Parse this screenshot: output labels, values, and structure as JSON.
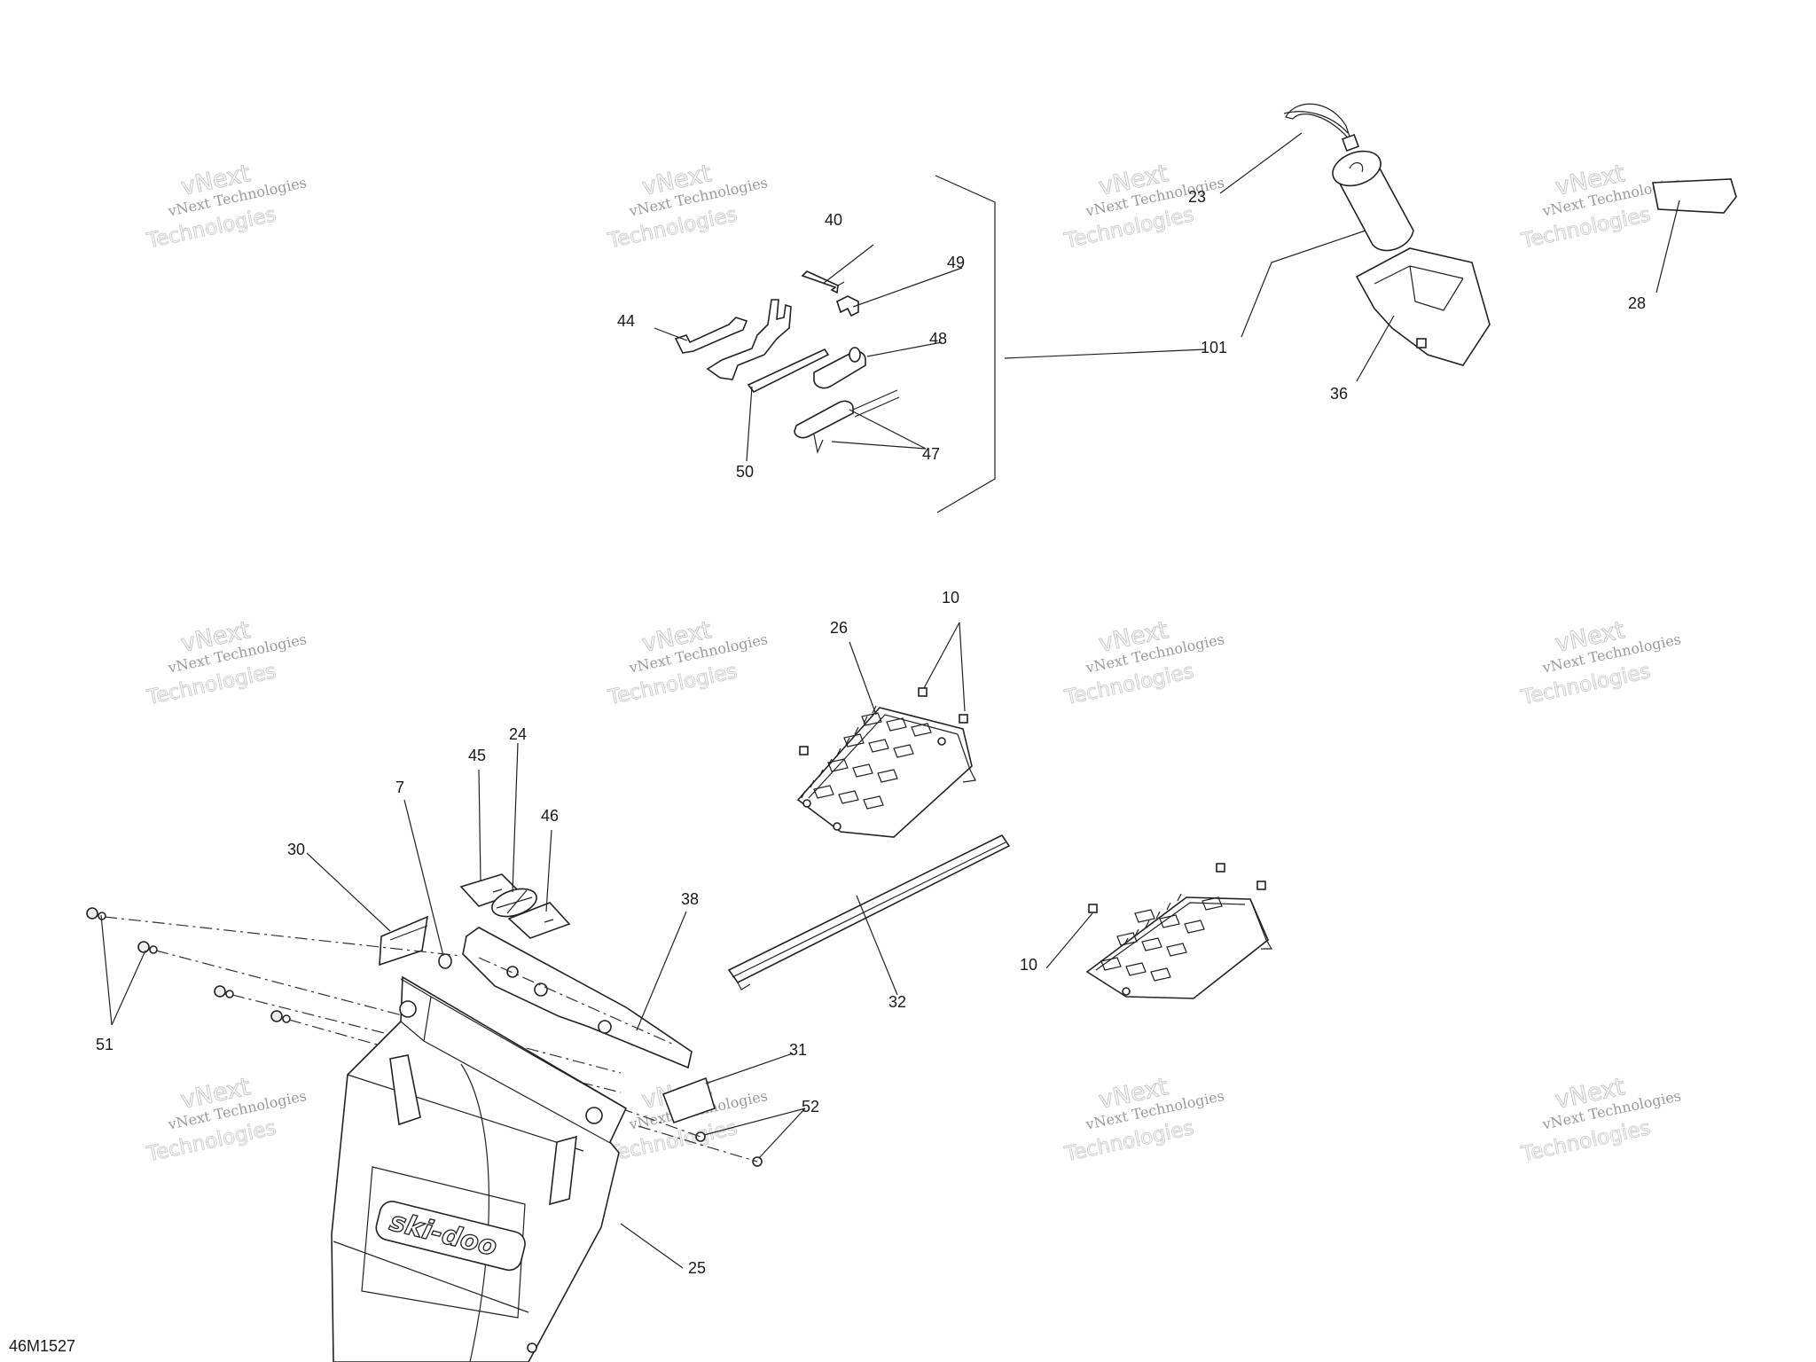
{
  "diagram_id": "46M1527",
  "watermark": {
    "line1": "vNext",
    "line2": "vNext Technologies",
    "line3": "Technologies"
  },
  "callouts": {
    "c40": "40",
    "c49": "49",
    "c44": "44",
    "c48": "48",
    "c50": "50",
    "c47": "47",
    "c23": "23",
    "c101": "101",
    "c36": "36",
    "c28": "28",
    "c10a": "10",
    "c26": "26",
    "c24": "24",
    "c45": "45",
    "c46": "46",
    "c7": "7",
    "c30": "30",
    "c38": "38",
    "c10b": "10",
    "c32": "32",
    "c31": "31",
    "c52": "52",
    "c51": "51",
    "c25": "25"
  },
  "brand_logo": "ski-doo"
}
